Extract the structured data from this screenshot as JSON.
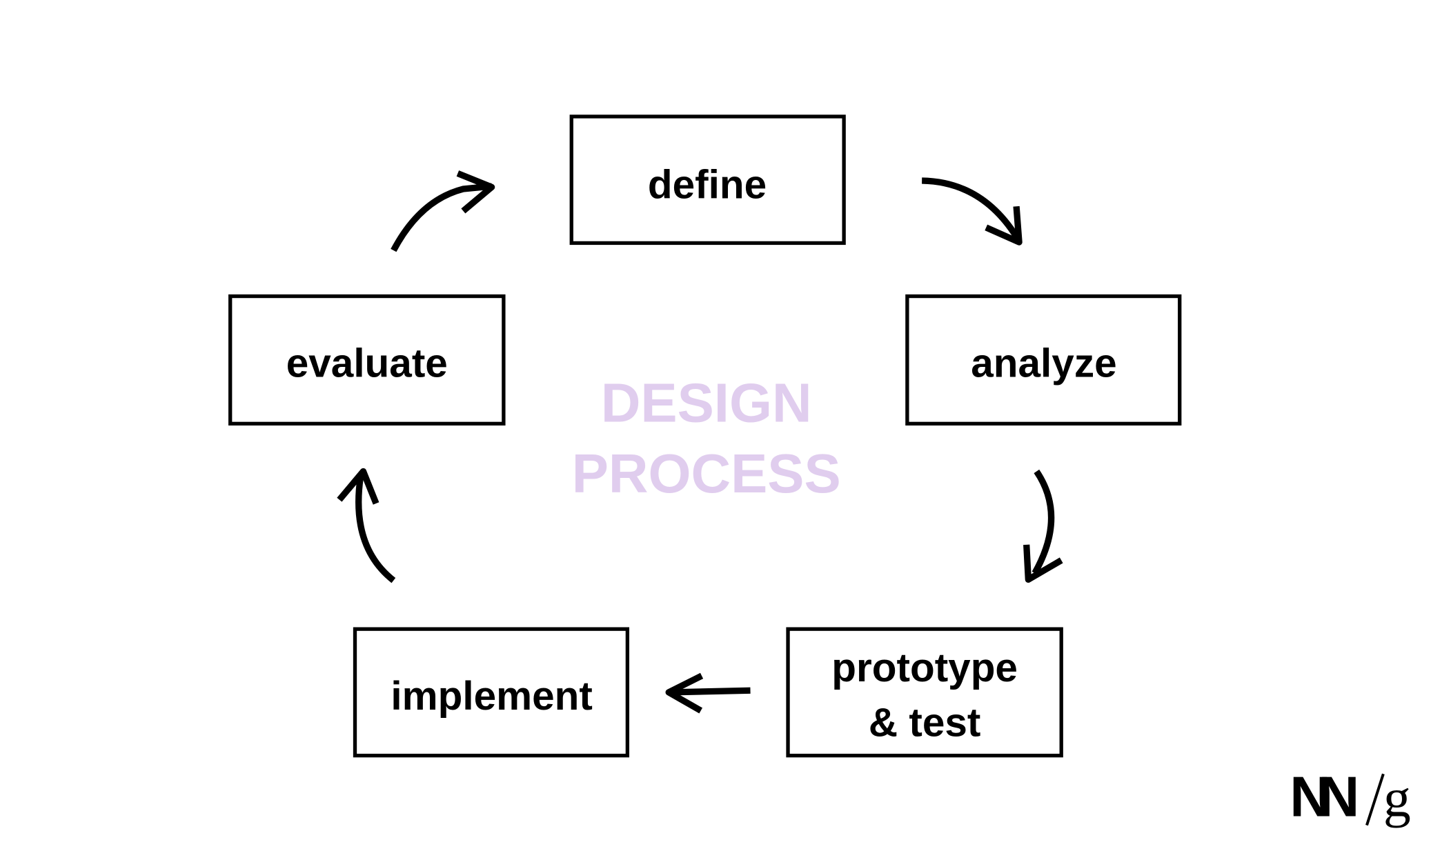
{
  "diagram": {
    "center_title": [
      "DESIGN",
      "PROCESS"
    ],
    "center_color": "#e0cdee",
    "steps": [
      {
        "label": "define"
      },
      {
        "label": "analyze"
      },
      {
        "label": "prototype",
        "label2": "& test"
      },
      {
        "label": "implement"
      },
      {
        "label": "evaluate"
      }
    ]
  },
  "logo": {
    "text": "NN",
    "slash": "/",
    "g": "g"
  }
}
